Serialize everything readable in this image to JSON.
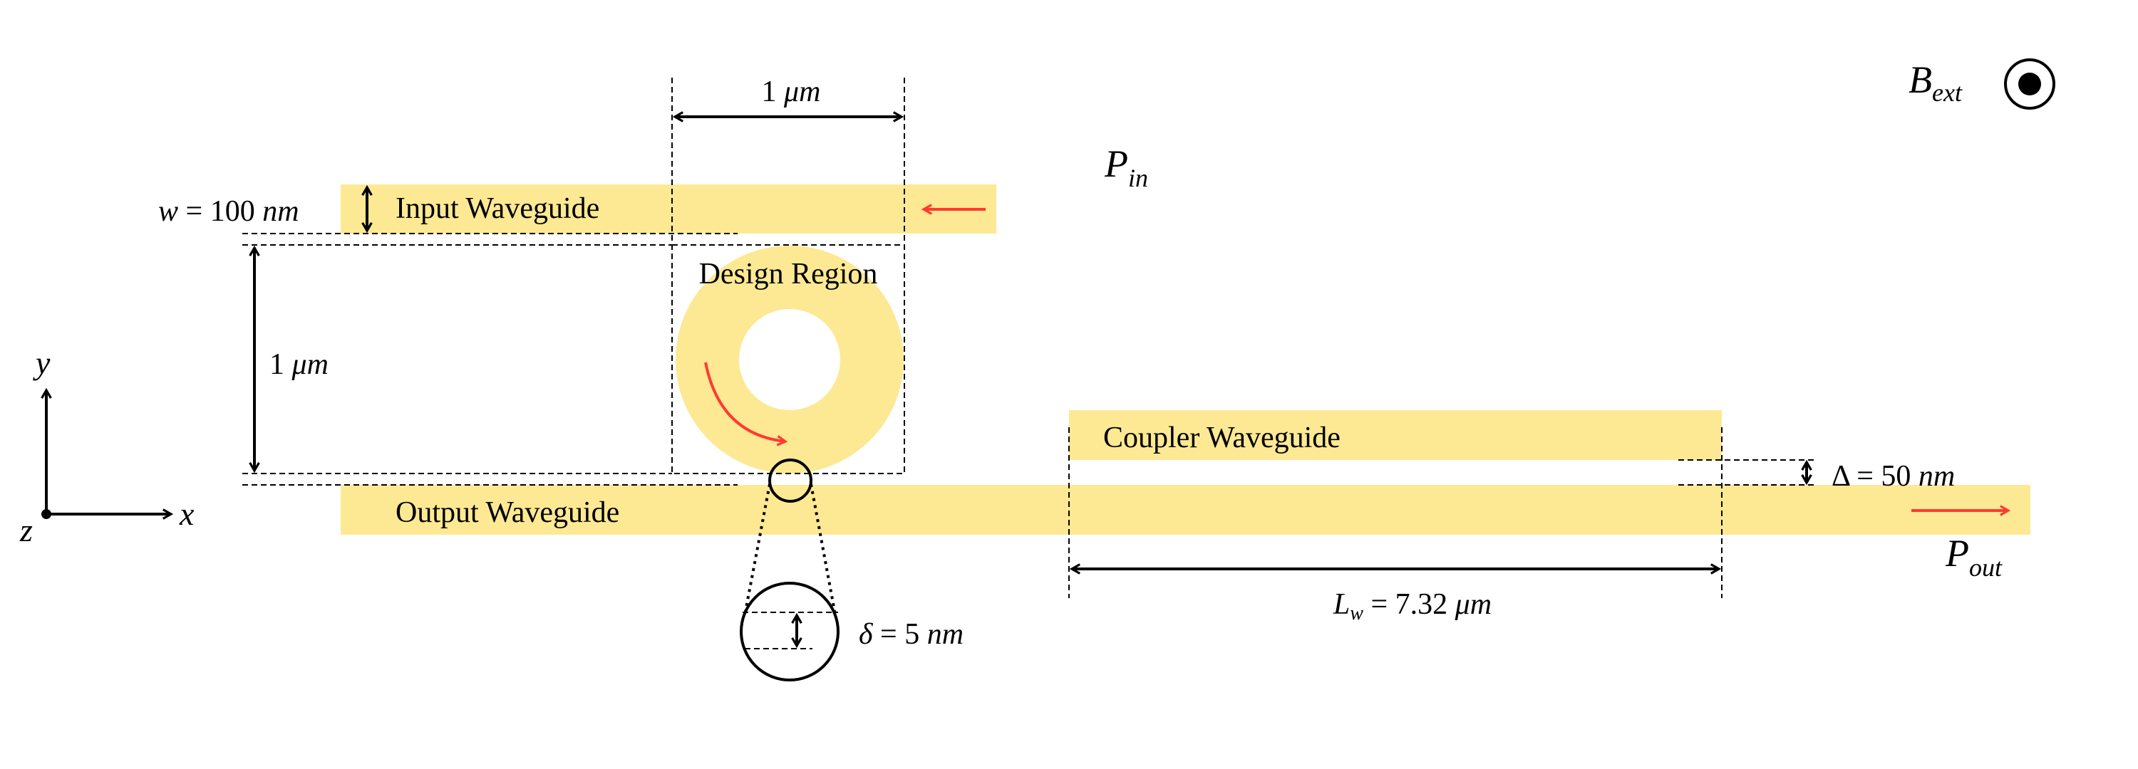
{
  "figure": {
    "colors": {
      "waveguide": "#FDE993",
      "flow_arrow": "#FF3B30",
      "ink": "#000000",
      "background": "#FFFFFF"
    },
    "labels": {
      "input_waveguide": "Input Waveguide",
      "output_waveguide": "Output Waveguide",
      "coupler_waveguide": "Coupler Waveguide",
      "design_region": "Design Region"
    },
    "dimensions": {
      "design_width": {
        "value": "1",
        "unit": "μm"
      },
      "design_height": {
        "value": "1",
        "unit": "μm"
      },
      "waveguide_width": {
        "symbol": "w",
        "eq": "=",
        "value": "100",
        "unit": "nm"
      },
      "ring_gap": {
        "symbol": "δ",
        "eq": "=",
        "value": "5",
        "unit": "nm"
      },
      "coupler_gap": {
        "symbol": "Δ",
        "eq": "=",
        "value": "50",
        "unit": "nm"
      },
      "coupler_length": {
        "symbol": "L",
        "sub": "w",
        "eq": "=",
        "value": "7.32",
        "unit": "μm"
      }
    },
    "ports": {
      "input": {
        "symbol": "P",
        "sub": "in"
      },
      "output": {
        "symbol": "P",
        "sub": "out"
      }
    },
    "field": {
      "symbol": "B",
      "sub": "ext",
      "direction": "out-of-page"
    },
    "axes": {
      "x": "x",
      "y": "y",
      "z": "z"
    }
  }
}
